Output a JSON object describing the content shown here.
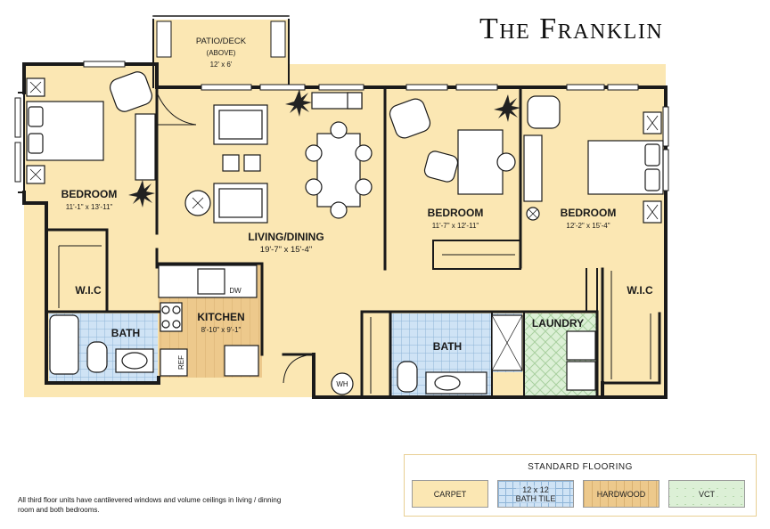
{
  "title": "The Franklin",
  "rooms": {
    "patio": {
      "name": "PATIO/DECK",
      "note": "(ABOVE)",
      "dims": "12' x 6'"
    },
    "bedroom1": {
      "name": "BEDROOM",
      "dims": "11'-1\" x 13'-11\""
    },
    "living": {
      "name": "LIVING/DINING",
      "dims": "19'-7\" x 15'-4\""
    },
    "bedroom2": {
      "name": "BEDROOM",
      "dims": "11'-7\" x 12'-11\""
    },
    "bedroom3": {
      "name": "BEDROOM",
      "dims": "12'-2\" x 15'-4\""
    },
    "wic_left": {
      "name": "W.I.C"
    },
    "wic_right": {
      "name": "W.I.C"
    },
    "kitchen": {
      "name": "KITCHEN",
      "dims": "8'-10\" x 9'-1\""
    },
    "bath_left": {
      "name": "BATH"
    },
    "bath_center": {
      "name": "BATH"
    },
    "laundry": {
      "name": "LAUNDRY"
    }
  },
  "fixtures": {
    "dishwasher": "DW",
    "refrigerator": "REF",
    "water_heater": "WH"
  },
  "legend": {
    "title": "STANDARD FLOORING",
    "items": [
      {
        "label": "CARPET",
        "color": "#fbe7b3"
      },
      {
        "label": "12 x 12\nBATH TILE",
        "color": "#cfe3f5"
      },
      {
        "label": "HARDWOOD",
        "color": "#edc98c"
      },
      {
        "label": "VCT",
        "color": "#dcf0d6"
      }
    ]
  },
  "footnote": "All third floor units have cantilevered windows and volume ceilings in living / dinning room and both bedrooms."
}
